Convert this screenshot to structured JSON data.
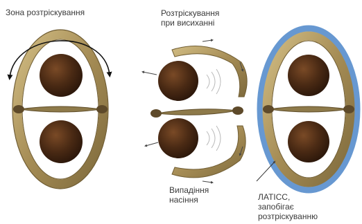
{
  "panel_left": {
    "label": "Зона розтріскування"
  },
  "panel_middle": {
    "top_label_line1": "Розтріскування",
    "top_label_line2": "при висиханні",
    "bottom_label_line1": "Випадіння",
    "bottom_label_line2": "насіння"
  },
  "panel_right": {
    "label_line1": "ЛАТІСС,",
    "label_line2": "запобігає",
    "label_line3": "розтріскуванню"
  },
  "colors": {
    "pod_wall": "#9b8450",
    "pod_wall_light": "#c7b279",
    "seed": "#4a2a14",
    "coating": "#5f93cf"
  }
}
